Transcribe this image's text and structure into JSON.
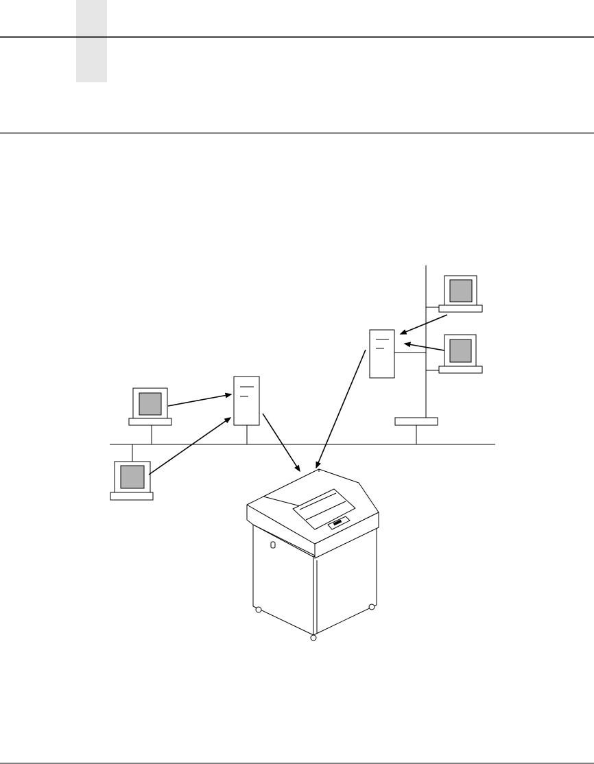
{
  "page": {
    "background": "#ffffff",
    "rule_color": "#000000",
    "tab_color": "#e6e6e6"
  },
  "diagram": {
    "nodes": [
      {
        "id": "pc-left-top",
        "kind": "desktop-computer"
      },
      {
        "id": "pc-left-bottom",
        "kind": "desktop-computer"
      },
      {
        "id": "server-center",
        "kind": "print-server"
      },
      {
        "id": "server-right",
        "kind": "print-server"
      },
      {
        "id": "pc-right-top",
        "kind": "desktop-computer"
      },
      {
        "id": "pc-right-middle",
        "kind": "desktop-computer"
      },
      {
        "id": "bridge-right",
        "kind": "network-bridge"
      },
      {
        "id": "printer",
        "kind": "line-matrix-cabinet-printer"
      }
    ],
    "connections": [
      {
        "from": "pc-left-top",
        "to": "server-center",
        "type": "arrow"
      },
      {
        "from": "pc-left-bottom",
        "to": "server-center",
        "type": "arrow"
      },
      {
        "from": "server-center",
        "to": "printer",
        "type": "arrow"
      },
      {
        "from": "pc-right-top",
        "to": "server-right",
        "type": "arrow"
      },
      {
        "from": "pc-right-middle",
        "to": "server-right",
        "type": "arrow"
      },
      {
        "from": "server-right",
        "to": "printer",
        "type": "arrow"
      }
    ],
    "colors": {
      "stroke": "#000000",
      "screen_fill": "#b3b3b3",
      "panel_fill": "#ffffff"
    }
  }
}
